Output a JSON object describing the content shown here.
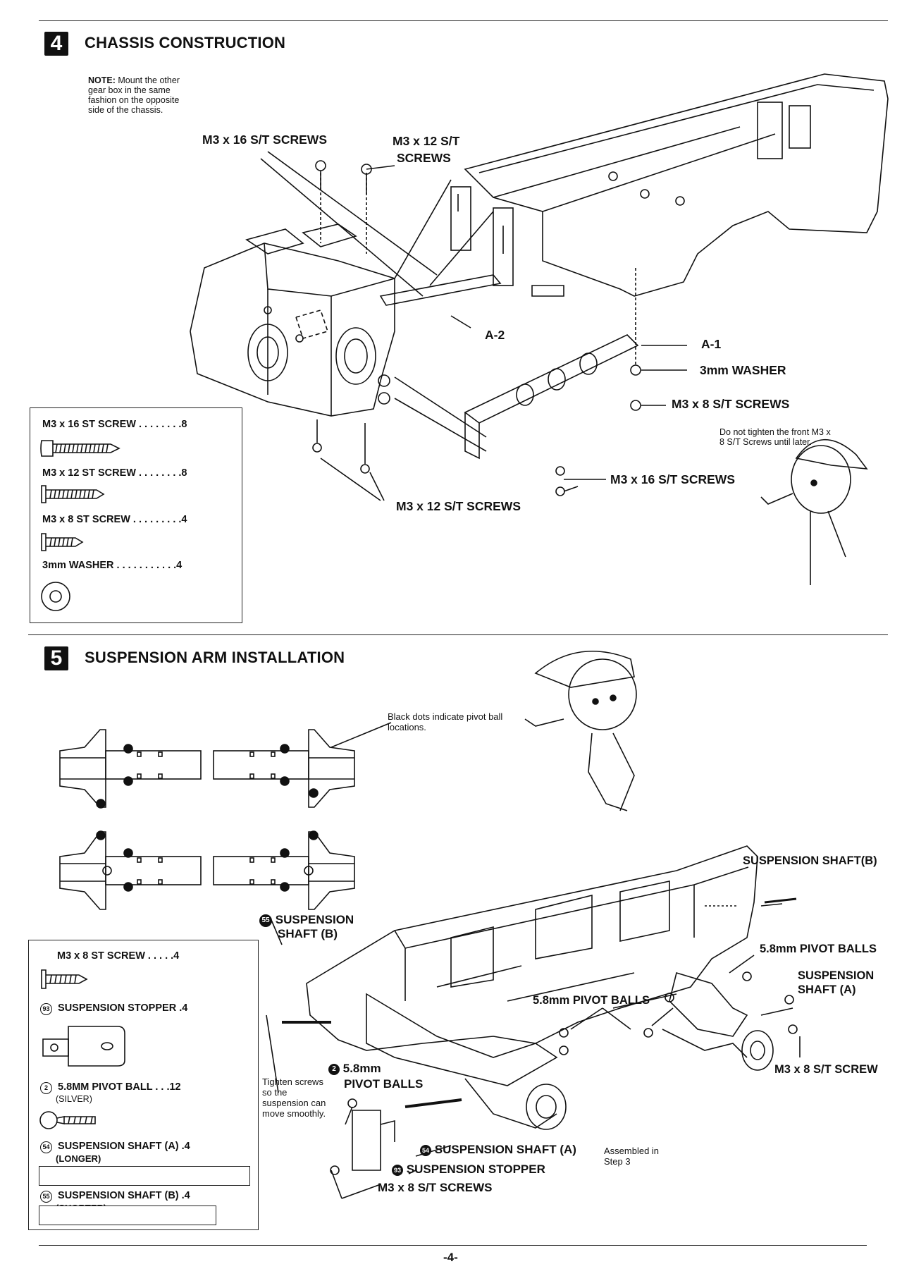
{
  "step4": {
    "number": "4",
    "title": "CHASSIS CONSTRUCTION",
    "note_label": "NOTE:",
    "note_text": "Mount the other gear box in the same fashion on the opposite side of the chassis.",
    "labels": {
      "m3x16_top": "M3 x 16 S/T SCREWS",
      "m3x12_top_1": "M3 x 12 S/T",
      "m3x12_top_2": "SCREWS",
      "a2": "A-2",
      "a1": "A-1",
      "washer": "3mm WASHER",
      "m3x8": "M3 x 8 S/T SCREWS",
      "m3x16_bottom": "M3 x 16 S/T SCREWS",
      "m3x12_bottom": "M3 x 12 S/T SCREWS",
      "tip": "Do not tighten the front M3 x 8 S/T Screws until later."
    },
    "parts": [
      {
        "name": "M3 x 16 ST SCREW . . . . . . . .8",
        "icon": "long-screw-icon"
      },
      {
        "name": "M3 x 12 ST SCREW . . . . . . . .8",
        "icon": "medium-screw-icon"
      },
      {
        "name": "M3 x 8 ST SCREW . . . . . . . . .4",
        "icon": "short-screw-icon"
      },
      {
        "name": "3mm WASHER . . . . . . . . . . .4",
        "icon": "washer-icon"
      }
    ]
  },
  "step5": {
    "number": "5",
    "title": "SUSPENSION ARM INSTALLATION",
    "labels": {
      "dots_note": "Black dots indicate pivot ball locations.",
      "shaft_b_top": "SUSPENSION SHAFT(B)",
      "shaft_b_left_1": "SUSPENSION",
      "shaft_b_left_2": "SHAFT (B)",
      "shaft_b_left_num": "55",
      "pivot_balls_right": "5.8mm PIVOT BALLS",
      "shaft_a_right_1": "SUSPENSION",
      "shaft_a_right_2": "SHAFT (A)",
      "pivot_balls_mid": "5.8mm PIVOT BALLS",
      "m3x8_right": "M3 x 8 S/T SCREW",
      "pivot_balls_left_1": "5.8mm",
      "pivot_balls_left_2": "PIVOT BALLS",
      "pivot_balls_left_num": "2",
      "tighten_note": "Tighten screws so the suspension can move smoothly.",
      "shaft_a_bottom": "SUSPENSION SHAFT (A)",
      "shaft_a_bottom_num": "54",
      "stopper": "SUSPENSION STOPPER",
      "stopper_num": "93",
      "assembled_1": "Assembled in",
      "assembled_2": "Step 3",
      "m3x8_bottom": "M3 x 8 S/T SCREWS"
    },
    "parts": [
      {
        "name": "M3 x 8 ST SCREW . . . . .4",
        "num": "",
        "sub": ""
      },
      {
        "name": "SUSPENSION STOPPER .4",
        "num": "93",
        "sub": ""
      },
      {
        "name": "5.8MM PIVOT BALL . . .12",
        "num": "2",
        "sub": "(SILVER)"
      },
      {
        "name": "SUSPENSION SHAFT (A) .4",
        "num": "54",
        "sub": "(LONGER)"
      },
      {
        "name": "SUSPENSION SHAFT (B) .4",
        "num": "55",
        "sub": "(SHORTER)"
      }
    ]
  },
  "footer": {
    "page": "-4-"
  }
}
